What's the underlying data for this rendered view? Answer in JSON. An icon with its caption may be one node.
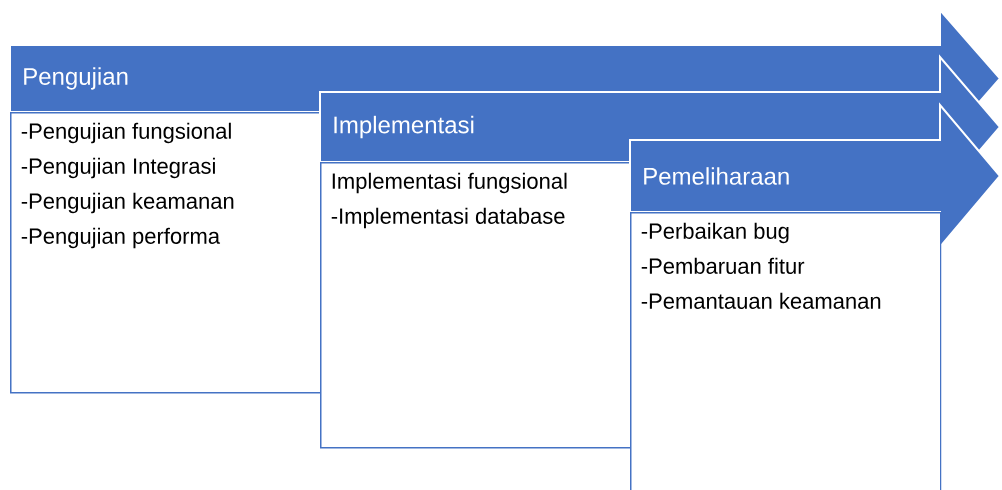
{
  "diagram": {
    "nodes": [
      {
        "text": [
          "Pengujian"
        ]
      },
      {
        "text": [
          "-Pengujian fungsional",
          "-Pengujian Integrasi",
          "-Pengujian keamanan",
          "-Pengujian performa"
        ]
      },
      {
        "text": [
          "Implementasi"
        ]
      },
      {
        "text": [
          "Implementasi fungsional",
          "-Implementasi database"
        ]
      },
      {
        "text": [
          "Pemeliharaan"
        ]
      },
      {
        "text": [
          "-Perbaikan bug",
          "-Pembaruan fitur",
          "-Pemantauan keamanan"
        ]
      }
    ]
  }
}
